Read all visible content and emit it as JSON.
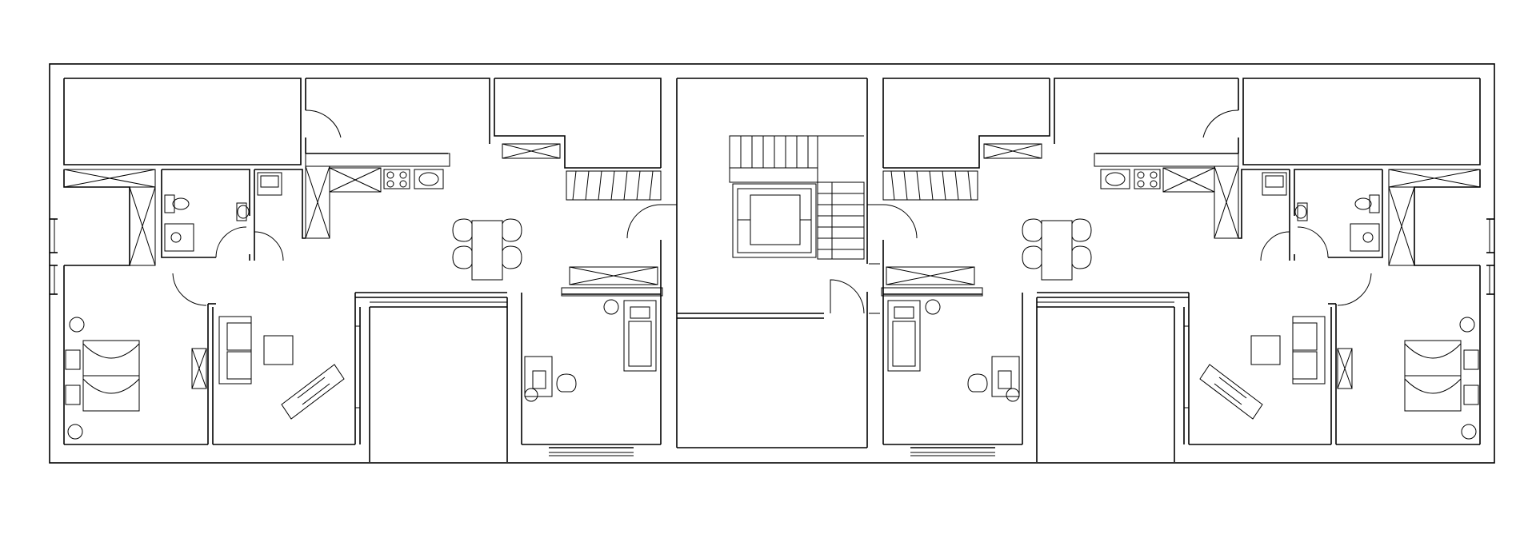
{
  "drawing": {
    "kind": "floor-plan",
    "line_color": "#000000",
    "background_color": "#ffffff",
    "symmetry": "mirrored-left-right",
    "units": [
      {
        "side": "left",
        "rooms": [
          "bedroom",
          "bathroom",
          "wc",
          "kitchen",
          "dining",
          "living",
          "study",
          "storage"
        ]
      },
      {
        "side": "right",
        "rooms": [
          "bedroom",
          "bathroom",
          "wc",
          "kitchen",
          "dining",
          "living",
          "study",
          "storage"
        ]
      }
    ],
    "core": [
      "stair-core",
      "elevator",
      "hall"
    ],
    "icons": [
      "door-swing-icon",
      "bed-icon",
      "sofa-icon",
      "stove-icon",
      "sink-icon",
      "toilet-icon",
      "chair-icon",
      "table-icon",
      "wardrobe-icon",
      "plant-icon",
      "desk-icon",
      "stair-icon",
      "elevator-icon"
    ]
  }
}
